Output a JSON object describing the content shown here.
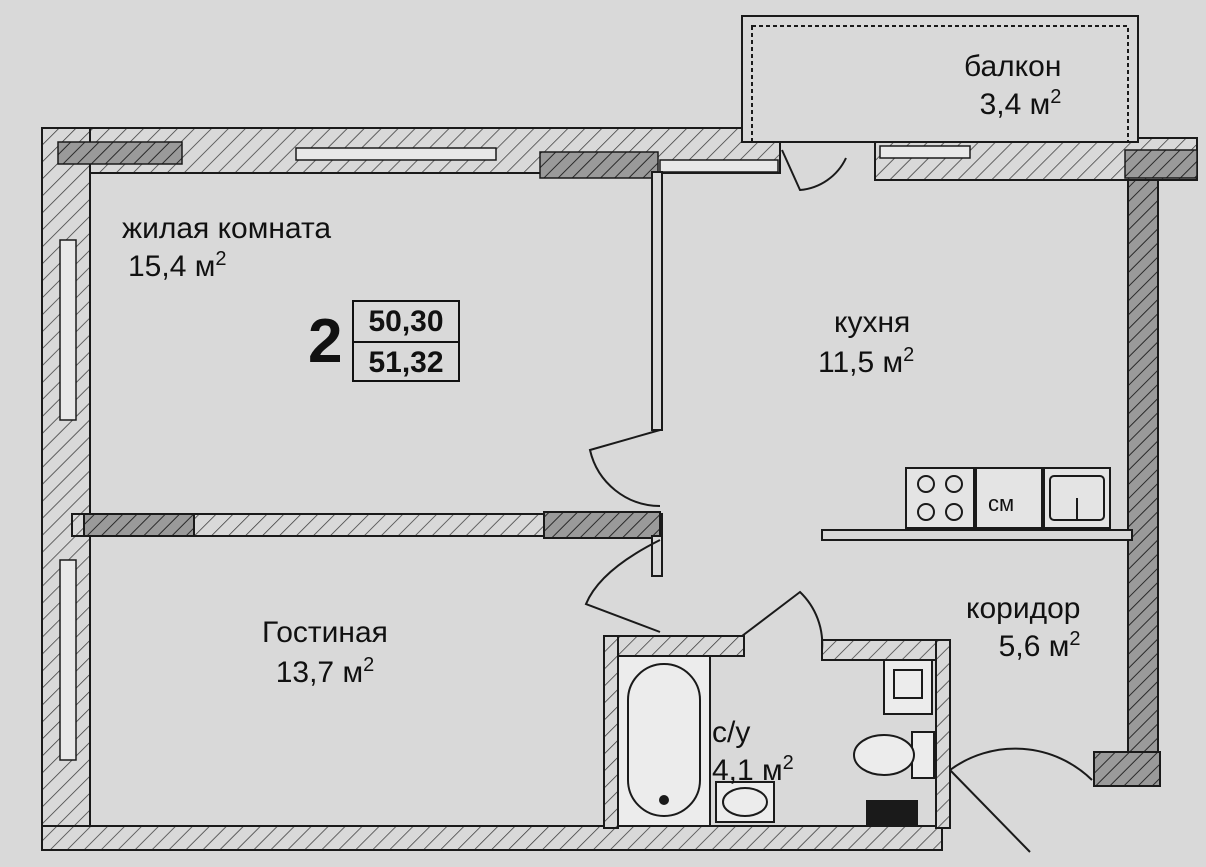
{
  "rooms": {
    "living_room": {
      "name": "жилая комната",
      "area": "15,4 м"
    },
    "kitchen": {
      "name": "кухня",
      "area": "11,5 м"
    },
    "balcony": {
      "name": "балкон",
      "area": "3,4 м"
    },
    "guest_room": {
      "name": "Гостиная",
      "area": "13,7 м"
    },
    "corridor": {
      "name": "коридор",
      "area": "5,6 м"
    },
    "bathroom": {
      "name": "с/у",
      "area": "4,1 м"
    }
  },
  "superscript": "2",
  "apartment": {
    "rooms_count": "2",
    "area_living": "50,30",
    "area_total": "51,32"
  },
  "appliances": {
    "washer_label": "см"
  },
  "colors": {
    "background": "#d9d9d9",
    "wall_fill": "#8a8a8a",
    "line": "#1a1a1a"
  }
}
